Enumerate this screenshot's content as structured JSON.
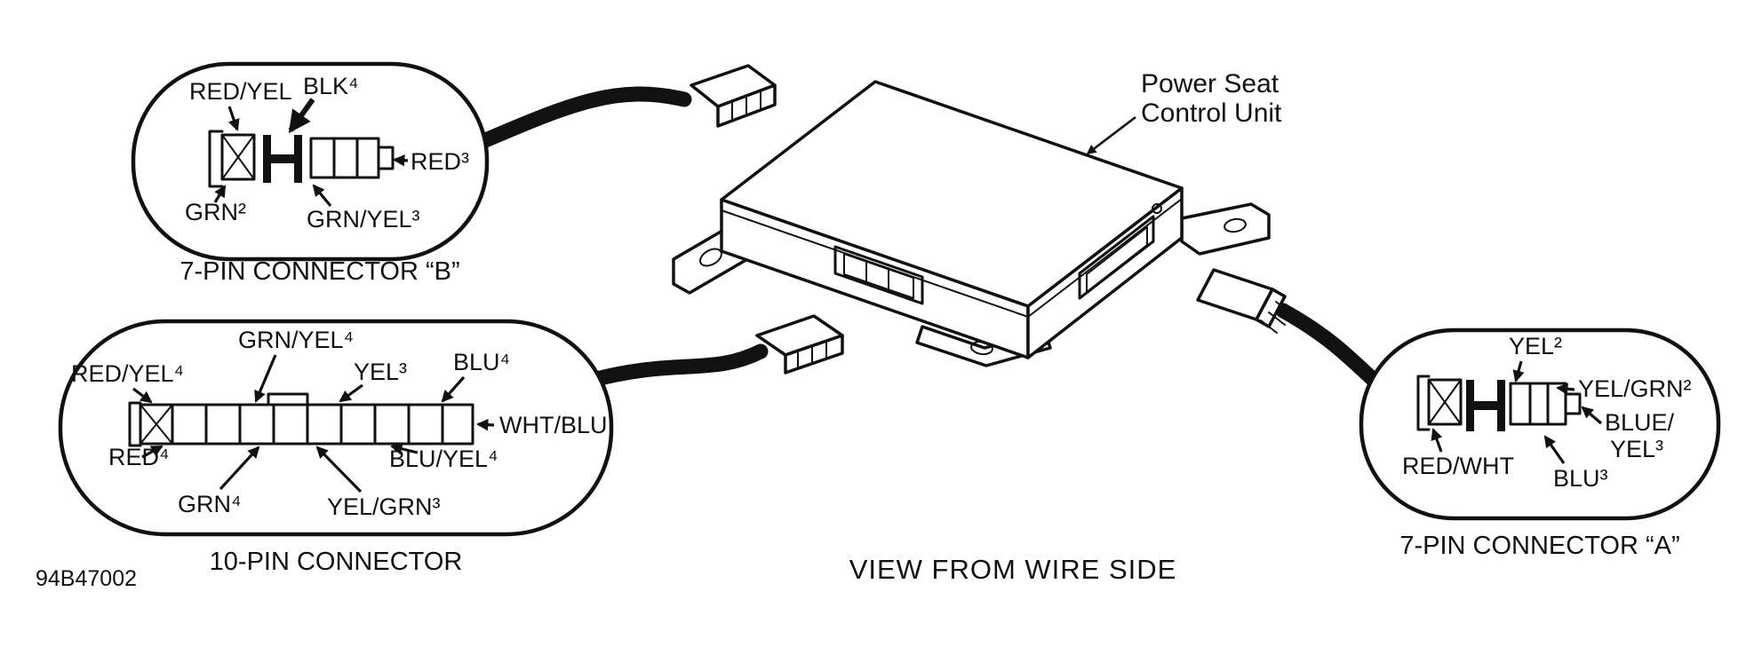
{
  "figure": {
    "view_caption": "VIEW FROM WIRE SIDE",
    "part_number": "94B47002"
  },
  "unit": {
    "label_line1": "Power Seat",
    "label_line2": "Control Unit"
  },
  "connector_b": {
    "caption": "7-PIN CONNECTOR “B”",
    "labels": {
      "red_yel": "RED/YEL",
      "blk": "BLK⁴",
      "red": "RED³",
      "grn": "GRN²",
      "grn_yel": "GRN/YEL³"
    }
  },
  "connector_10": {
    "caption": "10-PIN CONNECTOR",
    "labels": {
      "red_yel": "RED/YEL⁴",
      "grn_yel": "GRN/YEL⁴",
      "yel": "YEL³",
      "blu": "BLU⁴",
      "wht_blu": "WHT/BLU",
      "red": "RED⁴",
      "grn": "GRN⁴",
      "yel_grn": "YEL/GRN³",
      "blu_yel": "BLU/YEL⁴"
    }
  },
  "connector_a": {
    "caption": "7-PIN CONNECTOR “A”",
    "labels": {
      "yel": "YEL²",
      "yel_grn": "YEL/GRN²",
      "blue_yel_1": "BLUE/",
      "blue_yel_2": "YEL³",
      "red_wht": "RED/WHT",
      "blu": "BLU³"
    }
  },
  "colors": {
    "ink": "#111111",
    "paper": "#ffffff"
  }
}
